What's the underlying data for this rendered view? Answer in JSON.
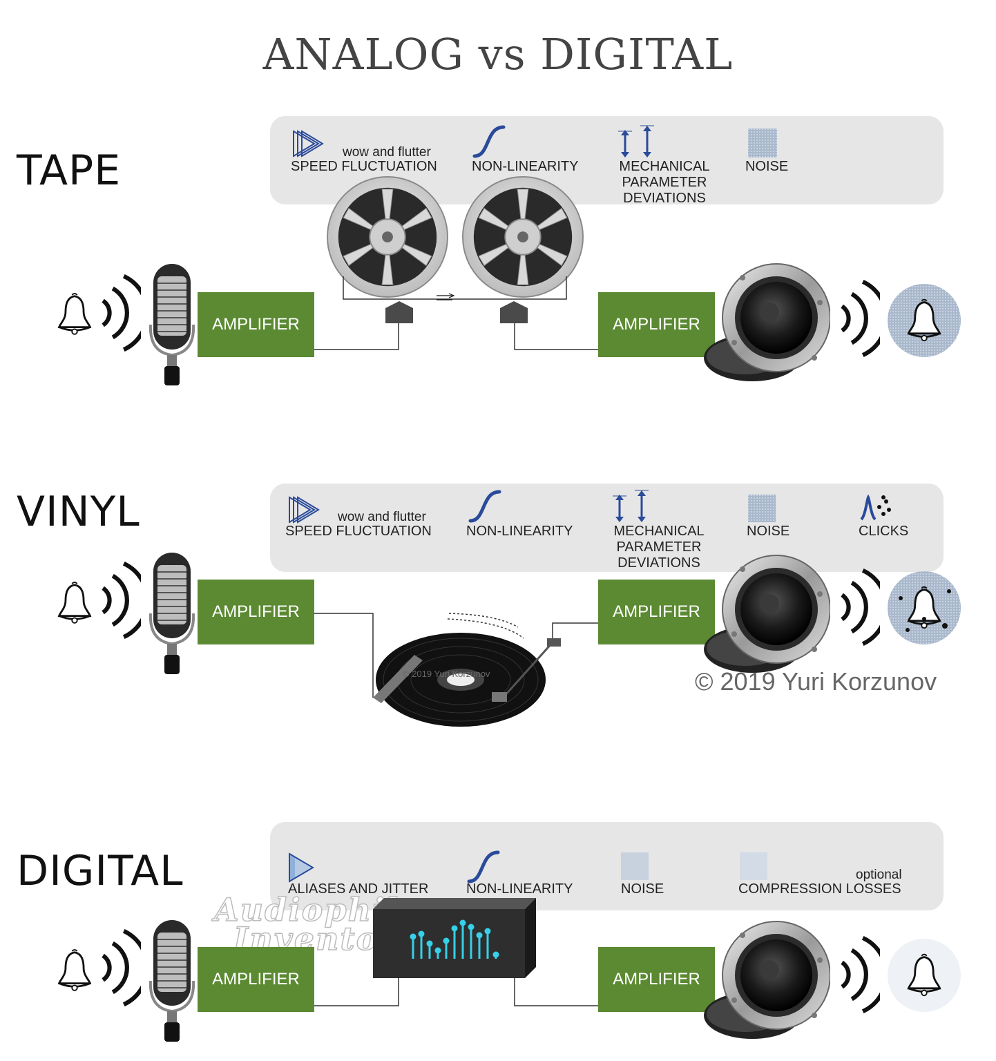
{
  "title": "ANALOG vs DIGITAL",
  "colors": {
    "amplifier": "#5b8a32",
    "panel": "#e6e6e6",
    "icon_blue": "#2a4a9a",
    "noise": "#a9b8cc"
  },
  "sections": {
    "tape": {
      "name": "TAPE",
      "factors": {
        "speed_sub": "wow and flutter",
        "speed": "SPEED FLUCTUATION",
        "nonlin": "NON-LINEARITY",
        "mech1": "MECHANICAL",
        "mech2": "PARAMETER",
        "mech3": "DEVIATIONS",
        "noise": "NOISE"
      },
      "amp_in": "AMPLIFIER",
      "amp_out": "AMPLIFIER"
    },
    "vinyl": {
      "name": "VINYL",
      "factors": {
        "speed_sub": "wow and flutter",
        "speed": "SPEED FLUCTUATION",
        "nonlin": "NON-LINEARITY",
        "mech1": "MECHANICAL",
        "mech2": "PARAMETER",
        "mech3": "DEVIATIONS",
        "noise": "NOISE",
        "clicks": "CLICKS"
      },
      "amp_in": "AMPLIFIER",
      "amp_out": "AMPLIFIER",
      "record_watermark": "© 2019 Yuri Korzunov"
    },
    "digital": {
      "name": "DIGITAL",
      "factors": {
        "aliases": "ALIASES AND JITTER",
        "nonlin": "NON-LINEARITY",
        "noise": "NOISE",
        "compression_sub": "optional",
        "compression": "COMPRESSION LOSSES"
      },
      "amp_in": "AMPLIFIER",
      "amp_out": "AMPLIFIER"
    }
  },
  "copyright": "© 2019 Yuri Korzunov",
  "watermark": {
    "line1": "Audiophile",
    "line2": "Inventory"
  }
}
